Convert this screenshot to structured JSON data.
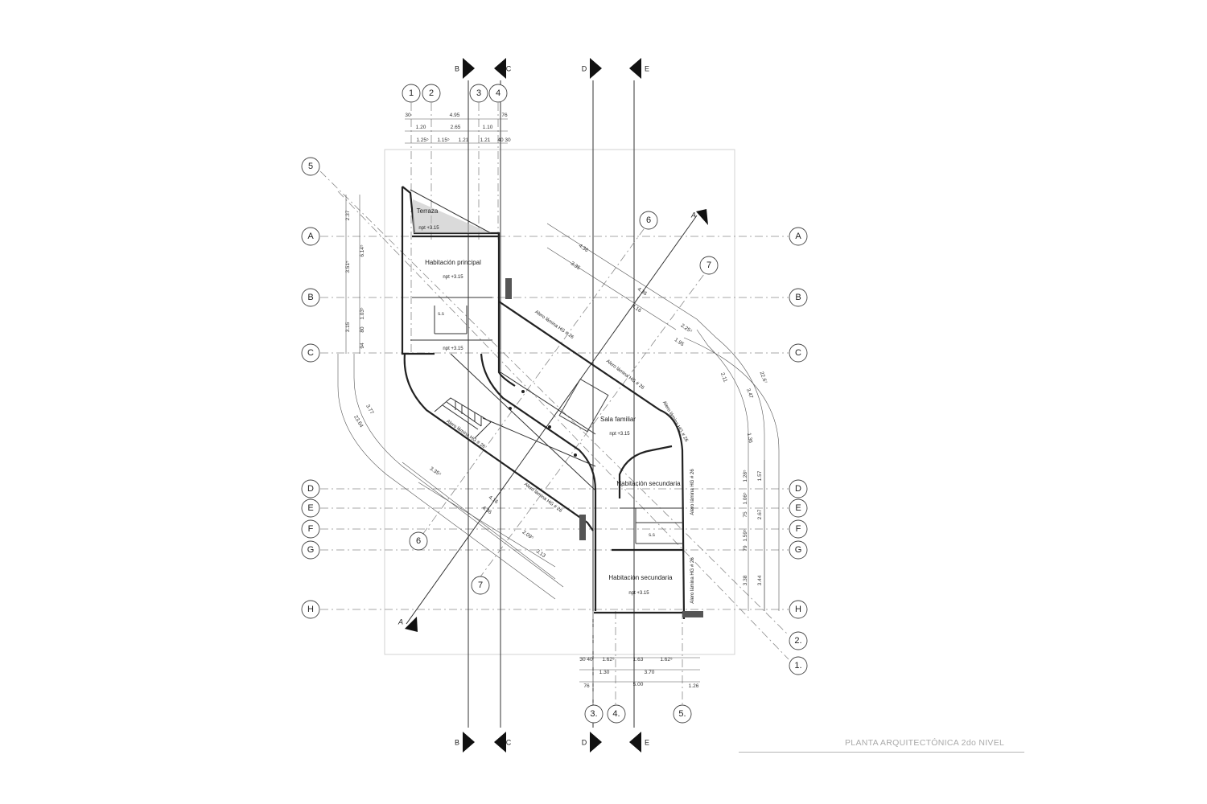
{
  "title": "PLANTA ARQUITECTÓNICA 2do NIVEL",
  "section_markers": {
    "top": [
      "B",
      "C",
      "D",
      "E"
    ],
    "bottom": [
      "B",
      "C",
      "D",
      "E"
    ],
    "diagonal": [
      "A",
      "A"
    ]
  },
  "grid_axes": {
    "horizontal": [
      "A",
      "B",
      "C",
      "D",
      "E",
      "F",
      "G",
      "H"
    ],
    "top_numbers": [
      "1",
      "2",
      "3",
      "4"
    ],
    "diagonal": [
      "5",
      "6",
      "7",
      "6",
      "7"
    ],
    "bottom_numbers": [
      "3.",
      "4.",
      "5."
    ],
    "right_diagonal": [
      "2.",
      "1."
    ]
  },
  "rooms": {
    "terraza": {
      "name": "Terraza",
      "level": "npt +3.15"
    },
    "principal": {
      "name": "Habitación principal",
      "level": "npt +3.15"
    },
    "ss_top": {
      "name": "s.s"
    },
    "hall_level": {
      "level": "npt +3.15"
    },
    "sala": {
      "name": "Sala familiar",
      "level": "npt +3.15"
    },
    "secundaria1": {
      "name": "Habitación secundaria"
    },
    "ss_bottom": {
      "name": "s.s"
    },
    "secundaria2": {
      "name": "Habitación secundaria",
      "level": "npt +3.15"
    }
  },
  "alero_labels": [
    "Alero lámina HG # 26",
    "Alero lámina HG # 26",
    "Alero lámina HG # 26",
    "Alero lámina HG # 26",
    "Alero lámina HG # 26",
    "Alero lámina HG # 26",
    "Alero lámina HG # 26"
  ],
  "dimensions": {
    "top_row1": [
      "30",
      "4.95",
      "76"
    ],
    "top_row2": [
      "1.20",
      "2.65",
      "1.10"
    ],
    "top_row3": [
      "1.25⁵",
      "1.15⁵",
      "1.21",
      "1.21",
      "40",
      "30"
    ],
    "left_col1": [
      "2.37",
      "3.51⁵",
      "3.15"
    ],
    "left_col2": [
      "6.14⁵",
      "1.03⁵",
      "80",
      "94"
    ],
    "diag_upper": [
      "4.36",
      "3.35",
      "4.36",
      "4.16",
      "2.25⁵",
      "1.95"
    ],
    "diag_right": [
      "2.11",
      "3.47",
      "1.36",
      "22.6⁷"
    ],
    "diag_left": [
      "3.77",
      "23.64",
      "3.35⁵"
    ],
    "diag_lower": [
      "4.16",
      "4.36",
      "2.09⁵",
      "3.13"
    ],
    "right_col1": [
      "1.28⁵",
      "1.06⁵",
      "75",
      "1.59⁵",
      "79"
    ],
    "right_col2": [
      "1.57",
      "2.67",
      "3.38",
      "3.44"
    ],
    "bottom_row1": [
      "30",
      "40",
      "1.62⁵",
      "1.63",
      "1.62⁵"
    ],
    "bottom_row2": [
      "1.30",
      "3.70"
    ],
    "bottom_row3": [
      "76",
      "5.00",
      "1.26"
    ]
  }
}
